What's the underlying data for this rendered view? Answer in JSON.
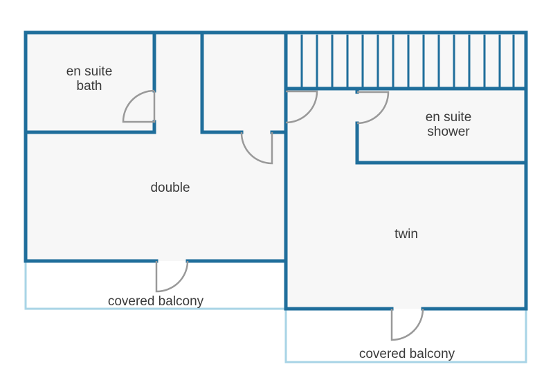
{
  "rooms": {
    "en_suite_bath": [
      "en suite",
      "bath"
    ],
    "double": "double",
    "en_suite_shower": [
      "en suite",
      "shower"
    ],
    "twin": "twin",
    "balcony_left": "covered balcony",
    "balcony_right": "covered balcony"
  },
  "colors": {
    "wall": "#1f6e9b",
    "balcony_outline": "#a8d4e6",
    "door": "#999999",
    "floor": "#f7f7f7"
  }
}
